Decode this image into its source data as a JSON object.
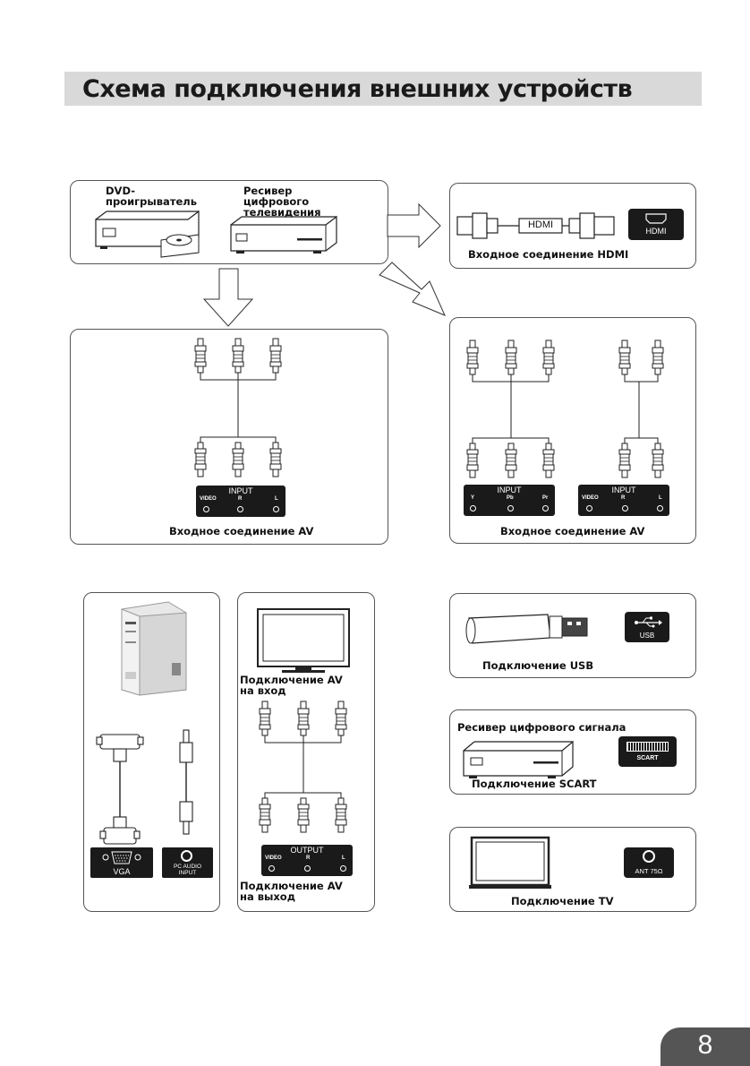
{
  "page": {
    "title": "Схема подключения внешних устройств",
    "page_number": "8"
  },
  "sources": {
    "dvd_label": "DVD-проигрыватель",
    "receiver_label": "Ресивер цифрового телевидения"
  },
  "hdmi": {
    "cable_label": "HDMI",
    "port_label": "HDMI",
    "caption": "Входное соединение HDMI"
  },
  "av_left": {
    "panel_title": "INPUT",
    "ports": [
      "VIDEO",
      "R",
      "L"
    ],
    "caption": "Входное соединение AV"
  },
  "av_right": {
    "panel1_title": "INPUT",
    "panel1_ports": [
      "Y",
      "Pb",
      "Pr"
    ],
    "panel2_title": "INPUT",
    "panel2_ports": [
      "VIDEO",
      "R",
      "L"
    ],
    "caption": "Входное соединение AV"
  },
  "pc": {
    "vga_label": "VGA",
    "audio_label_1": "PC AUDIO",
    "audio_label_2": "INPUT"
  },
  "av_io": {
    "input_caption": "Подключение  AV на вход",
    "output_caption": "Подключение  AV на выход",
    "panel_title": "OUTPUT",
    "ports": [
      "VIDEO",
      "R",
      "L"
    ]
  },
  "usb": {
    "port_label": "USB",
    "caption": "Подключение  USB"
  },
  "scart": {
    "receiver_label": "Ресивер цифрового сигнала",
    "port_label": "SCART",
    "caption": "Подключение  SCART"
  },
  "tv": {
    "port_label": "ANT 75Ω",
    "caption": "Подключение  TV"
  }
}
